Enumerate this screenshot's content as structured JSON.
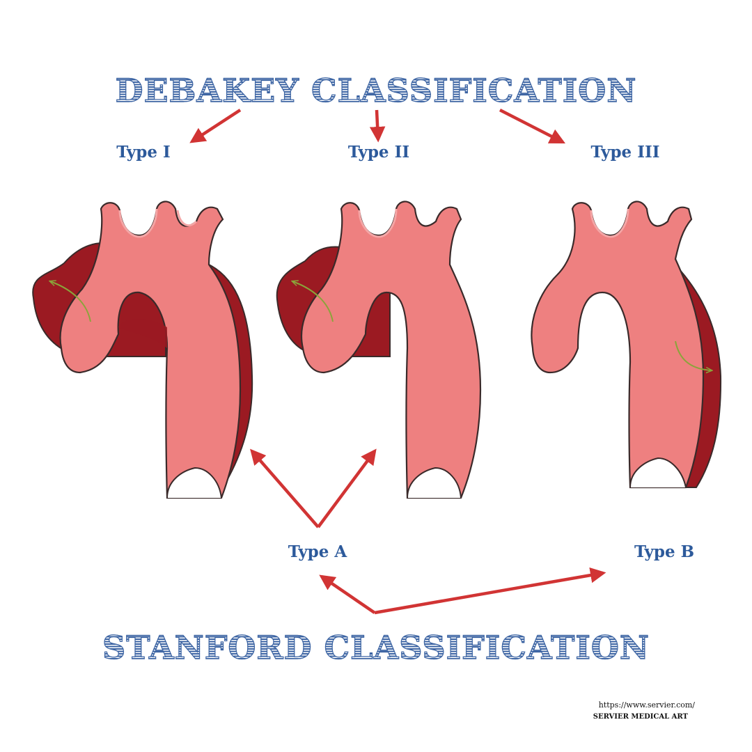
{
  "title_top": "DEBAKEY CLASSIFICATION",
  "title_bottom": "STANFORD CLASSIFICATION",
  "debakey_types": [
    "Type I",
    "Type II",
    "Type III"
  ],
  "stanford_types": [
    "Type A",
    "Type B"
  ],
  "credit": {
    "url": "https://www.servier.com/",
    "name": "SERVIER MEDICAL ART"
  },
  "colors": {
    "title": "#3c64a3",
    "labels": "#2d5a9b",
    "arrows": "#d13434",
    "vessel": "#ee8080",
    "vessel_wall": "#f4a6a6",
    "dissection": "#9b1a22",
    "outline": "#3a2a2a"
  }
}
